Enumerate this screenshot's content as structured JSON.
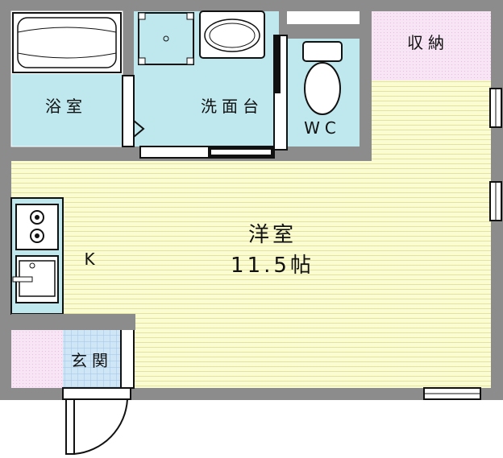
{
  "floorplan": {
    "rooms": {
      "bath": "浴室",
      "washroom": "洗面台",
      "toilet": "WC",
      "storage": "収納",
      "western_room": "洋室",
      "western_room_size": "11.5帖",
      "kitchen": "K",
      "entrance": "玄関"
    },
    "colors": {
      "wall": "#8c8c8c",
      "wet_area": "#bfe8ee",
      "western_room": "#fcfcd2",
      "stripe": "#e6e6a8",
      "storage": "#f6e0f4",
      "entrance_tile": "#c9e4f6",
      "kitchen": "#bfe8ee"
    }
  }
}
